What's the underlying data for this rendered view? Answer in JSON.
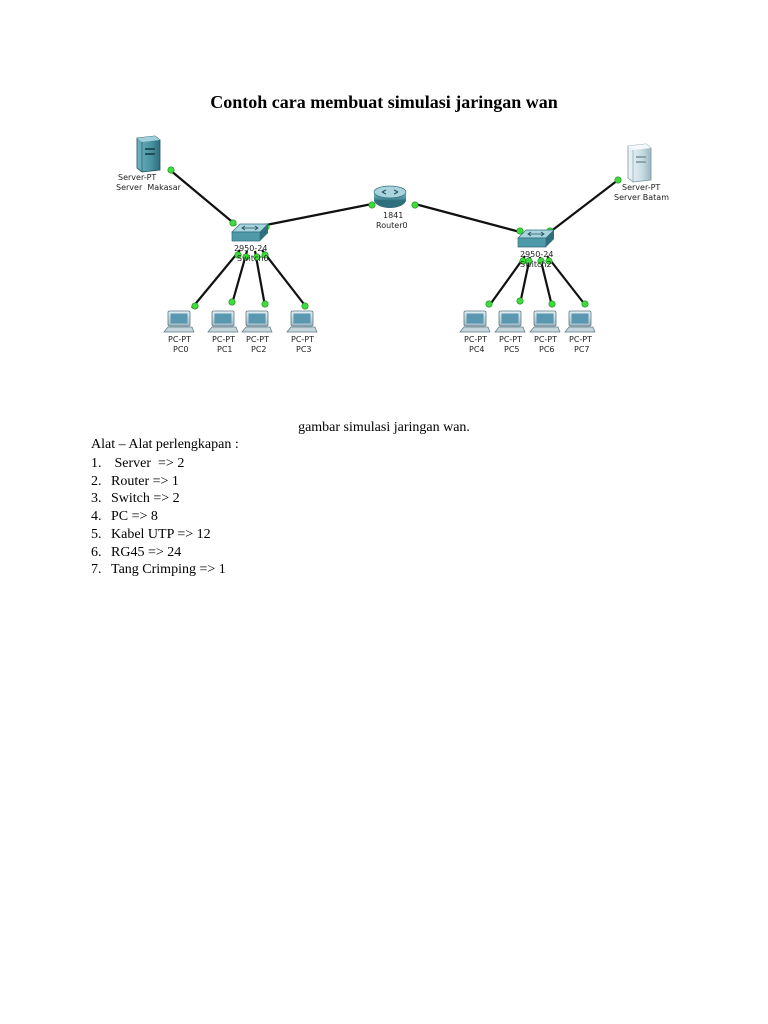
{
  "document": {
    "title": "Contoh cara membuat simulasi jaringan wan",
    "caption": "gambar simulasi jaringan wan.",
    "tools_heading": "Alat – Alat perlengkapan :",
    "tools": [
      {
        "num": "1.",
        "text": " Server  => 2"
      },
      {
        "num": "2.",
        "text": "Router => 1"
      },
      {
        "num": "3.",
        "text": "Switch => 2"
      },
      {
        "num": "4.",
        "text": "PC => 8"
      },
      {
        "num": "5.",
        "text": "Kabel UTP => 12"
      },
      {
        "num": "6.",
        "text": "RG45 => 24"
      },
      {
        "num": "7.",
        "text": "Tang Crimping => 1"
      }
    ]
  },
  "diagram": {
    "server_left": {
      "type": "Server-PT",
      "name": "Server  Makasar"
    },
    "server_right": {
      "type": "Server-PT",
      "name": "Server Batam"
    },
    "router": {
      "model": "1841",
      "name": "Router0"
    },
    "switch_left": {
      "model": "2950-24",
      "name": "Switch0"
    },
    "switch_right": {
      "model": "2950-24",
      "name": "Switch2"
    },
    "pc_type": "PC-PT",
    "pcs": [
      "PC0",
      "PC1",
      "PC2",
      "PC3",
      "PC4",
      "PC5",
      "PC6",
      "PC7"
    ],
    "colors": {
      "link": "#111111",
      "port": "#3ddc3d",
      "device": "#4f9aa8",
      "device_dark": "#2c6d7a"
    }
  }
}
